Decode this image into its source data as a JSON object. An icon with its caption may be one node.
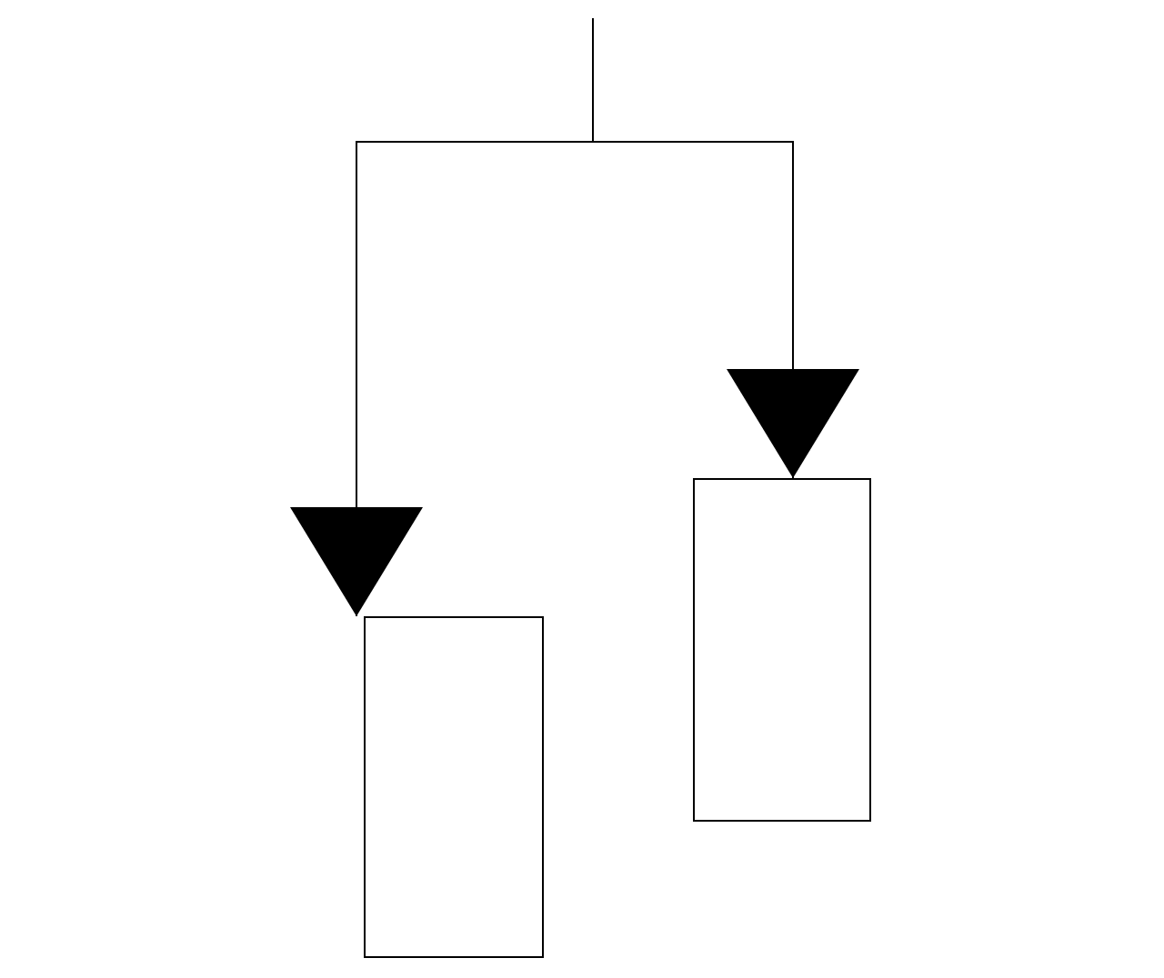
{
  "diagram": {
    "nodes": [
      {
        "text": [],
        "shape": "box"
      },
      {
        "text": [],
        "shape": "box"
      }
    ],
    "edges": [
      {
        "from": null,
        "to": 0,
        "arrow": "to"
      },
      {
        "from": null,
        "to": 1,
        "arrow": "to"
      }
    ]
  }
}
